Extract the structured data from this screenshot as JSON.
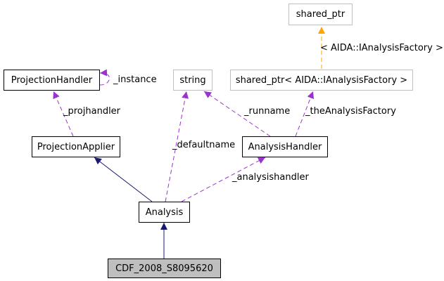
{
  "nodes": {
    "shared_ptr": "shared_ptr",
    "projection_handler": "ProjectionHandler",
    "string": "string",
    "shared_ptr_aida": "shared_ptr< AIDA::IAnalysisFactory >",
    "projection_applier": "ProjectionApplier",
    "analysis_handler": "AnalysisHandler",
    "analysis": "Analysis",
    "cdf": "CDF_2008_S8095620"
  },
  "edge_labels": {
    "aida_template": "< AIDA::IAnalysisFactory >",
    "instance": "_instance",
    "projhandler": "_projhandler",
    "runname": "_runname",
    "the_analysis_factory": "_theAnalysisFactory",
    "defaultname": "_defaultname",
    "analysishandler": "_analysishandler"
  },
  "colors": {
    "inheritance": "#191970",
    "usage": "#9a32cd",
    "template": "#ffa500",
    "current_node_fill": "#bfbfbf",
    "faint_border": "#bfbfbf"
  }
}
